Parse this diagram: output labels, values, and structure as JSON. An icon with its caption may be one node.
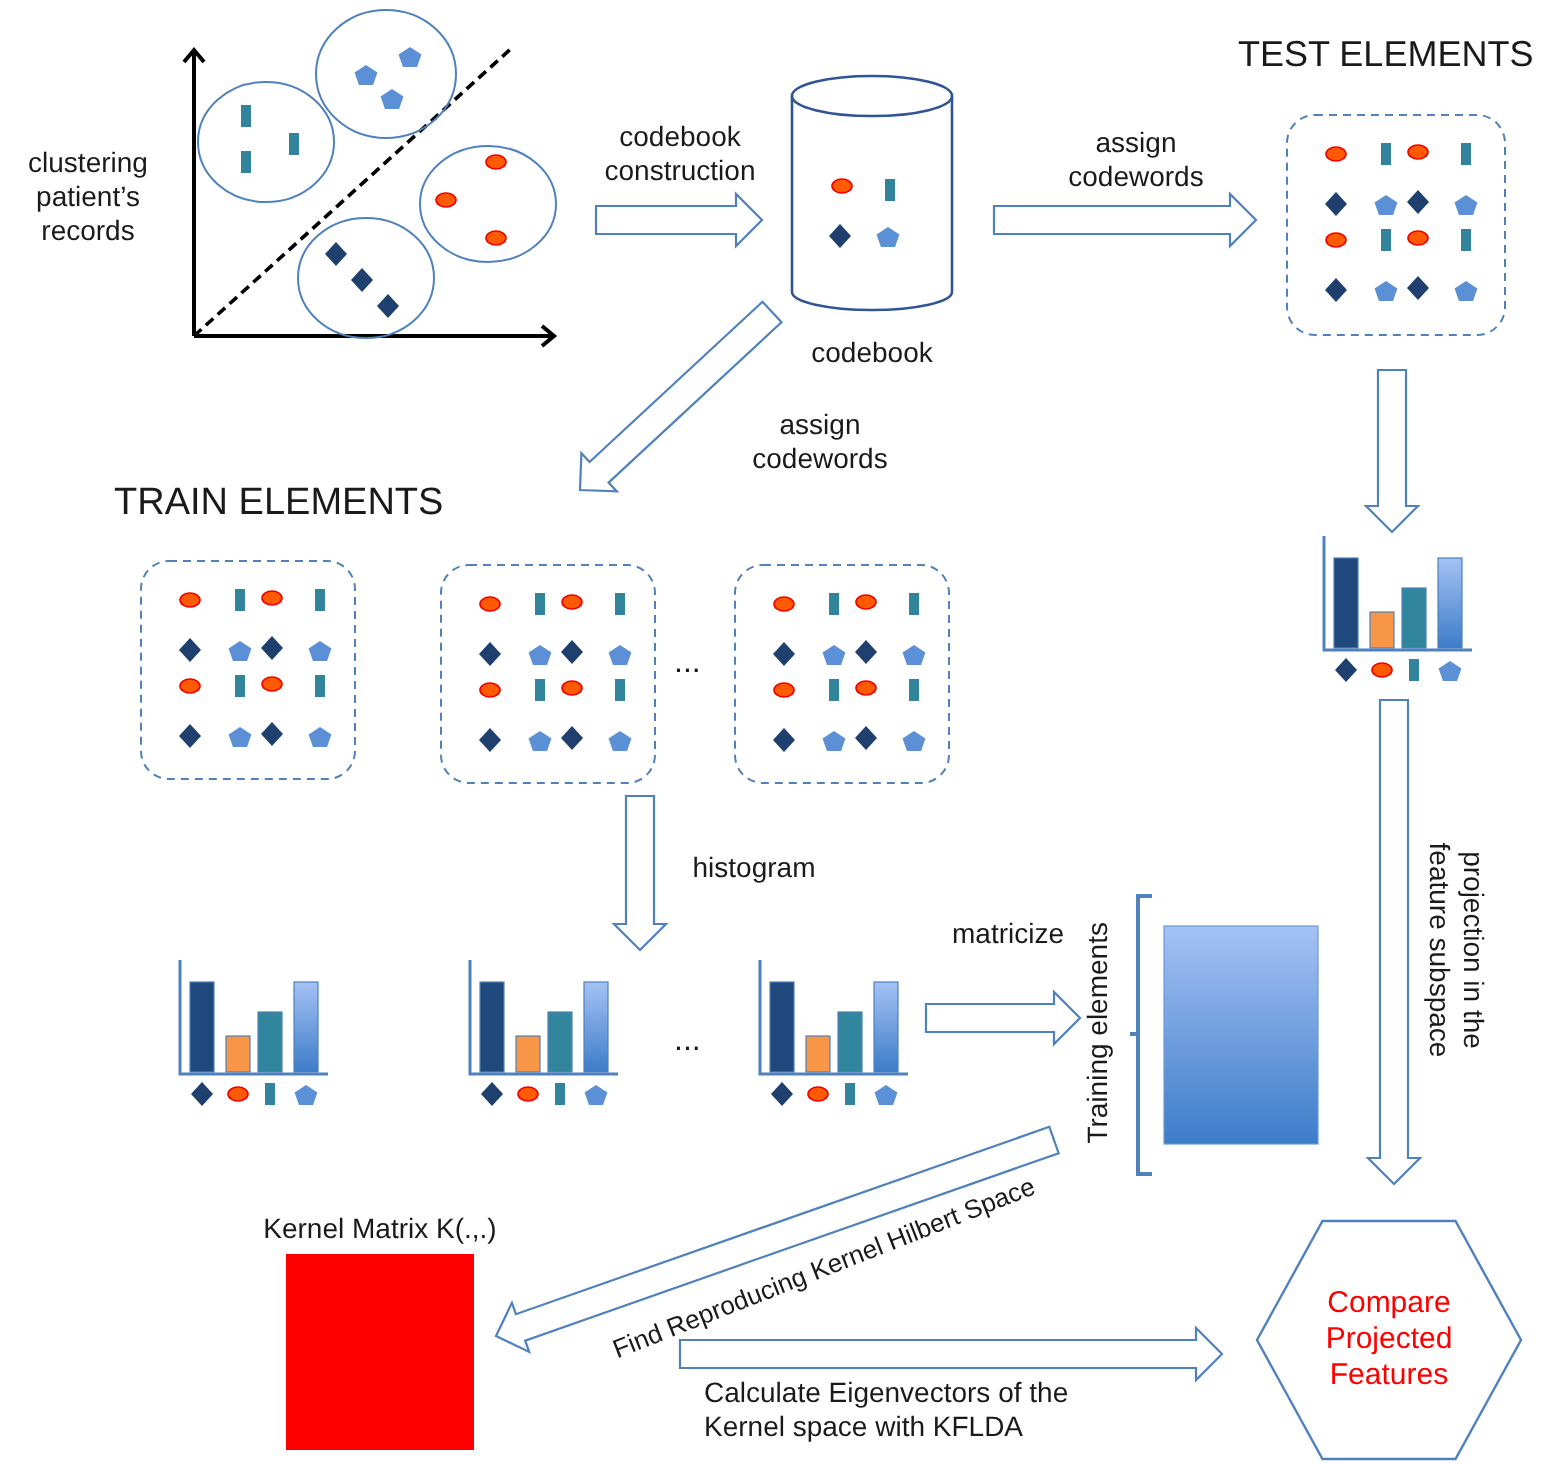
{
  "diagram": {
    "nodes": [
      {
        "text": [],
        "shape": "picture",
        "beside": [
          "clustering patient’s records"
        ]
      },
      {
        "text": [],
        "shape": "cylinder",
        "beside": [
          "codebook"
        ]
      },
      {
        "text": [
          "TEST ELEMENTS"
        ]
      },
      {
        "text": [],
        "shape": "picture"
      },
      {
        "text": [],
        "shape": "box"
      },
      {
        "text": [],
        "shape": "box"
      },
      {
        "text": [],
        "shape": "box"
      },
      {
        "text": [],
        "shape": "picture"
      },
      {
        "text": [],
        "shape": "picture"
      },
      {
        "text": [],
        "shape": "picture"
      },
      {
        "text": [],
        "shape": "box",
        "beside": [
          "Training elements"
        ]
      },
      {
        "text": [
          "Kernel Matrix K(.,.)"
        ]
      },
      {
        "text": [
          "Compare Projected Features"
        ]
      }
    ],
    "edges": [
      {
        "from": 0,
        "to": 1,
        "arrow": "to",
        "label": "codebook construction"
      },
      {
        "from": 1,
        "to": 2,
        "arrow": "to",
        "label": "assign codewords"
      },
      {
        "from": 1,
        "to": 5,
        "arrow": "to",
        "label": "assign codewords"
      },
      {
        "from": 2,
        "to": 3,
        "arrow": "to"
      },
      {
        "from": 5,
        "to": 8,
        "arrow": "to",
        "label": "histogram"
      },
      {
        "from": 9,
        "to": 10,
        "arrow": "to",
        "label": "matricize"
      },
      {
        "from": 3,
        "to": 12,
        "arrow": "to",
        "label": "projection in the feature subspace"
      },
      {
        "from": 10,
        "to": 11,
        "arrow": "to",
        "label": "Find Reproducing Kernel Hilbert Space"
      },
      {
        "from": 11,
        "to": 12,
        "arrow": "to",
        "label": "Calculate Eigenvectors of the Kernel space with KFLDA"
      }
    ],
    "labels": [
      "TRAIN ELEMENTS",
      "...",
      "..."
    ]
  }
}
